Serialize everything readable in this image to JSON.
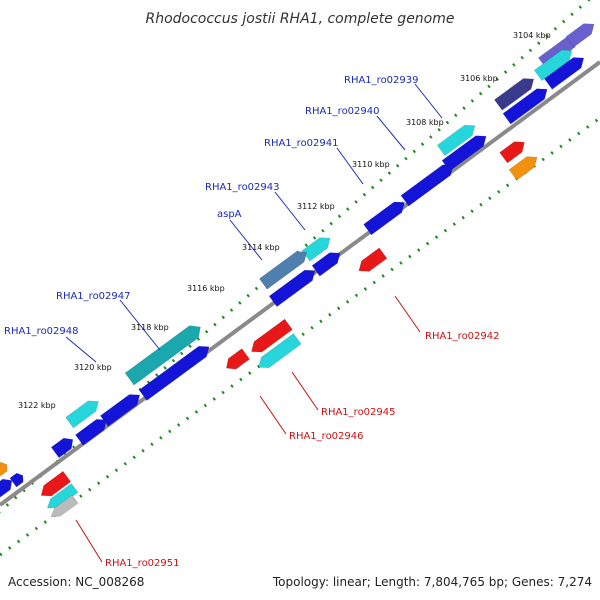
{
  "title": "Rhodococcus jostii RHA1, complete genome",
  "footer": {
    "accession": "Accession: NC_008268",
    "summary": "Topology: linear; Length: 7,804,765 bp; Genes: 7,274"
  },
  "colors": {
    "backbone": "#8a8a8a",
    "tick_dots": "#1f8a1f",
    "label_forward": "#1a2bb5",
    "label_reverse": "#cc1111",
    "cds": "#1414d8",
    "gene_cyan": "#27d6da",
    "gene_teal": "#1ba8ad",
    "gene_steel": "#4f7fae",
    "gene_navy": "#3a3a8c",
    "gene_purple": "#6a5fcf",
    "gene_red": "#e81818",
    "gene_orange": "#f29010",
    "gene_grey": "#bbbbbb"
  },
  "ticks": [
    "3104 kbp",
    "3106 kbp",
    "3108 kbp",
    "3110 kbp",
    "3112 kbp",
    "3114 kbp",
    "3116 kbp",
    "3118 kbp",
    "3120 kbp",
    "3122 kbp"
  ],
  "gene_labels_forward": [
    "RHA1_ro02939",
    "RHA1_ro02940",
    "RHA1_ro02941",
    "RHA1_ro02943",
    "aspA",
    "RHA1_ro02947",
    "RHA1_ro02948"
  ],
  "gene_labels_reverse": [
    "RHA1_ro02942",
    "RHA1_ro02945",
    "RHA1_ro02946",
    "RHA1_ro02951"
  ]
}
